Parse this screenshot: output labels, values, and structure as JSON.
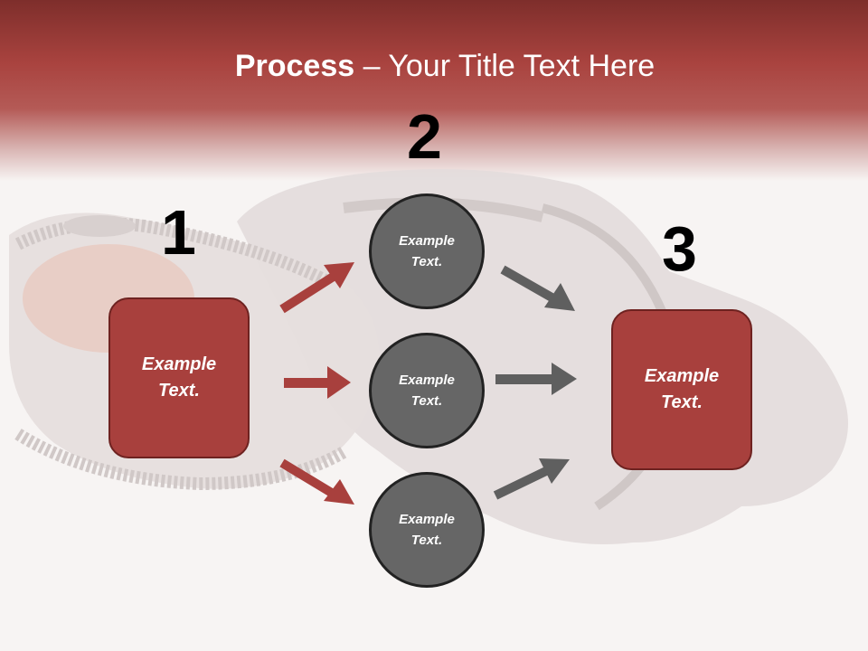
{
  "title": {
    "bold": "Process",
    "rest": " – Your Title Text Here"
  },
  "step_numbers": [
    "1",
    "2",
    "3"
  ],
  "step1": {
    "line1": "Example",
    "line2": "Text."
  },
  "step2": [
    {
      "line1": "Example",
      "line2": "Text."
    },
    {
      "line1": "Example",
      "line2": "Text."
    },
    {
      "line1": "Example",
      "line2": "Text."
    }
  ],
  "step3": {
    "line1": "Example",
    "line2": "Text."
  },
  "colors": {
    "header": "#a9433f",
    "box": "#a8403d",
    "circle": "#666666",
    "arrow_red": "#a8403d",
    "arrow_gray": "#5f5f5f"
  }
}
